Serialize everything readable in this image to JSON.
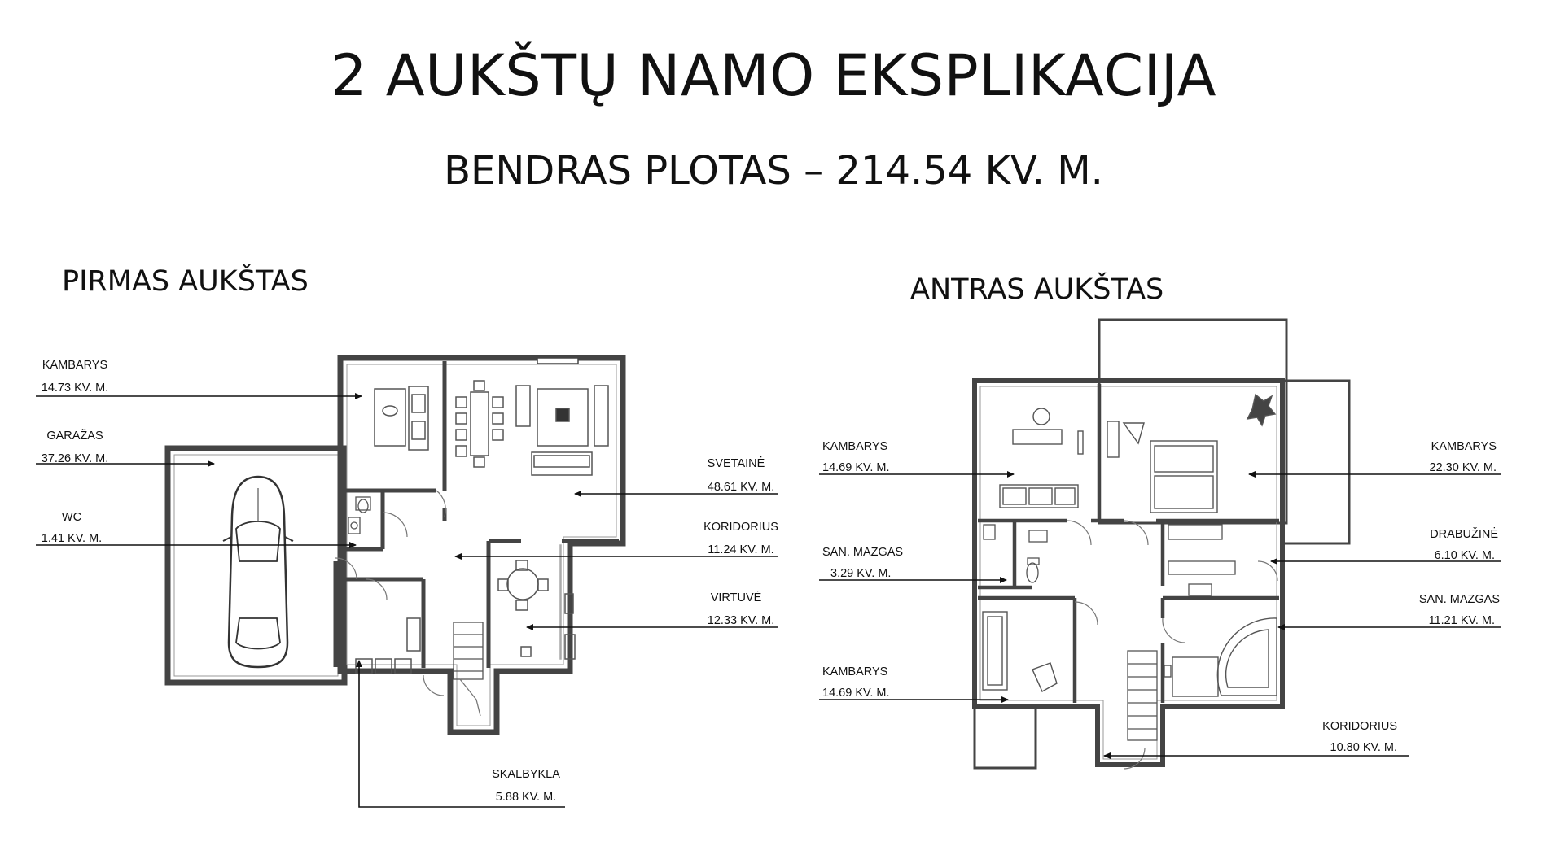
{
  "title": "2 AUKŠTŲ NAMO EKSPLIKACIJA",
  "subtitle": "BENDRAS PLOTAS – 214.54 KV. M.",
  "floors": [
    {
      "title": "PIRMAS AUKŠTAS",
      "rooms": [
        {
          "name": "KAMBARYS",
          "area": "14.73 KV. M."
        },
        {
          "name": "GARAŽAS",
          "area": "37.26 KV. M."
        },
        {
          "name": "WC",
          "area": "1.41 KV. M."
        },
        {
          "name": "SVETAINĖ",
          "area": "48.61 KV. M."
        },
        {
          "name": "KORIDORIUS",
          "area": "11.24 KV. M."
        },
        {
          "name": "VIRTUVĖ",
          "area": "12.33 KV. M."
        },
        {
          "name": "SKALBYKLA",
          "area": "5.88 KV. M."
        }
      ]
    },
    {
      "title": "ANTRAS AUKŠTAS",
      "rooms": [
        {
          "name": "KAMBARYS",
          "area": "14.69 KV. M."
        },
        {
          "name": "SAN. MAZGAS",
          "area": "3.29 KV. M."
        },
        {
          "name": "KAMBARYS",
          "area": "14.69 KV. M."
        },
        {
          "name": "KAMBARYS",
          "area": "22.30 KV. M."
        },
        {
          "name": "DRABUŽINĖ",
          "area": "6.10 KV. M."
        },
        {
          "name": "SAN. MAZGAS",
          "area": "11.21 KV. M."
        },
        {
          "name": "KORIDORIUS",
          "area": "10.80 KV. M."
        }
      ]
    }
  ]
}
